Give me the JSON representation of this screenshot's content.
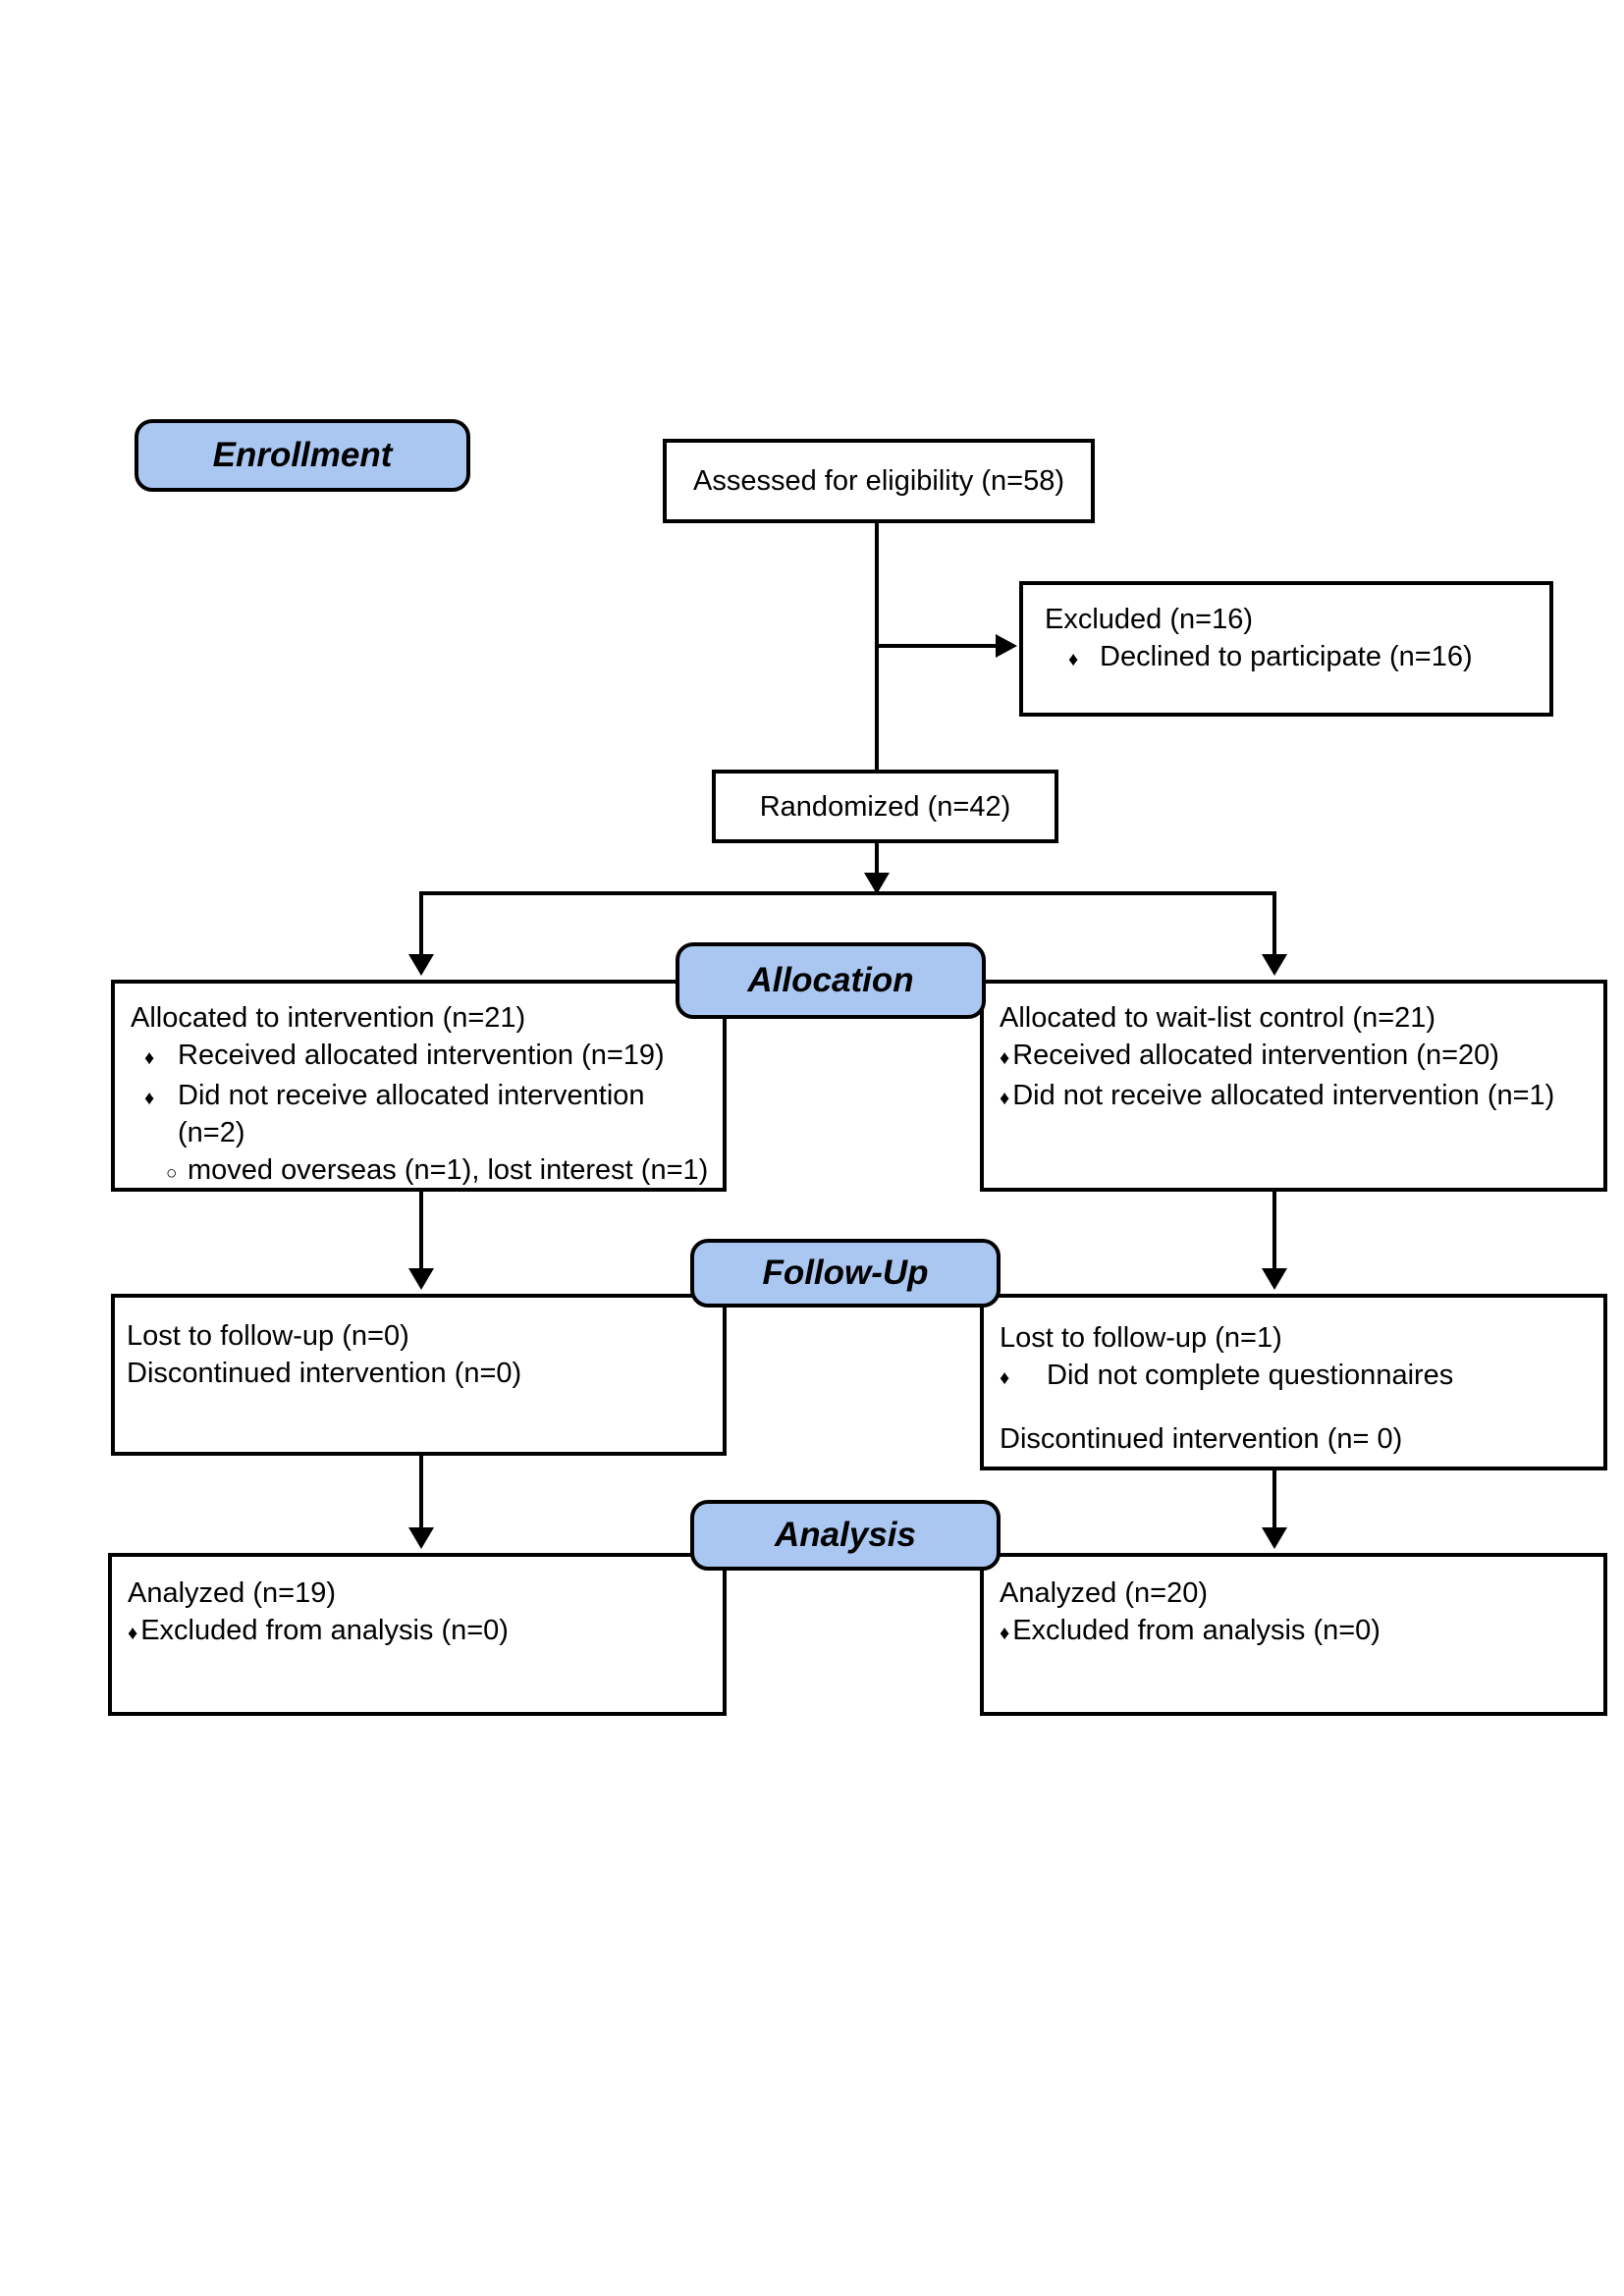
{
  "diagram": {
    "type": "consort-flow",
    "colors": {
      "stage_fill": "#aac7f2",
      "line": "#000000",
      "box_fill": "#ffffff"
    },
    "icons": {
      "diamond_bullet": "♦",
      "circle_bullet": "○"
    },
    "stages": {
      "enrollment": {
        "label": "Enrollment"
      },
      "allocation": {
        "label": "Allocation"
      },
      "followup": {
        "label": "Follow-Up"
      },
      "analysis": {
        "label": "Analysis"
      }
    },
    "boxes": {
      "assessed": {
        "text": "Assessed for eligibility (n=58)"
      },
      "excluded": {
        "title": "Excluded (n=16)",
        "bullet1": "Declined to participate (n=16)"
      },
      "randomized": {
        "text": "Randomized (n=42)"
      },
      "allocation_intervention": {
        "title": "Allocated to intervention (n=21)",
        "bullet1": "Received allocated intervention (n=19)",
        "bullet2": "Did not receive allocated intervention (n=2)",
        "subbullet": "moved overseas (n=1), lost interest (n=1)"
      },
      "allocation_control": {
        "title": "Allocated to wait-list control (n=21)",
        "bullet1": "Received allocated intervention (n=20)",
        "bullet2": "Did not receive allocated intervention (n=1)"
      },
      "followup_intervention": {
        "line1": "Lost to follow-up (n=0)",
        "line2": "Discontinued intervention (n=0)"
      },
      "followup_control": {
        "title": "Lost to follow-up (n=1)",
        "bullet1": "Did not complete questionnaires",
        "line2": "Discontinued intervention (n= 0)"
      },
      "analysis_intervention": {
        "title": "Analyzed (n=19)",
        "bullet1": "Excluded from analysis (n=0)"
      },
      "analysis_control": {
        "title": "Analyzed (n=20)",
        "bullet1": "Excluded from analysis (n=0)"
      }
    }
  }
}
